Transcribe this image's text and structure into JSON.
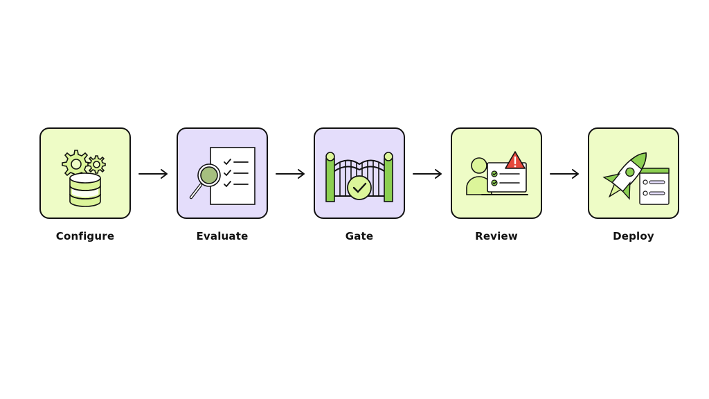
{
  "colors": {
    "green_fill": "#eefcc6",
    "purple_fill": "#e4ddfb",
    "accent_green": "#8ccf52",
    "light_green": "#dcf59a",
    "red_alert": "#e6483c",
    "outline": "#111111"
  },
  "steps": [
    {
      "label": "Configure",
      "icon": "gears-database-icon",
      "fill": "green"
    },
    {
      "label": "Evaluate",
      "icon": "magnifier-checklist-icon",
      "fill": "purple"
    },
    {
      "label": "Gate",
      "icon": "gate-checkmark-icon",
      "fill": "purple"
    },
    {
      "label": "Review",
      "icon": "reviewer-alert-icon",
      "fill": "green"
    },
    {
      "label": "Deploy",
      "icon": "rocket-window-icon",
      "fill": "green"
    }
  ],
  "connectors": [
    "arrow-right-icon",
    "arrow-right-icon",
    "arrow-right-icon",
    "arrow-right-icon"
  ]
}
